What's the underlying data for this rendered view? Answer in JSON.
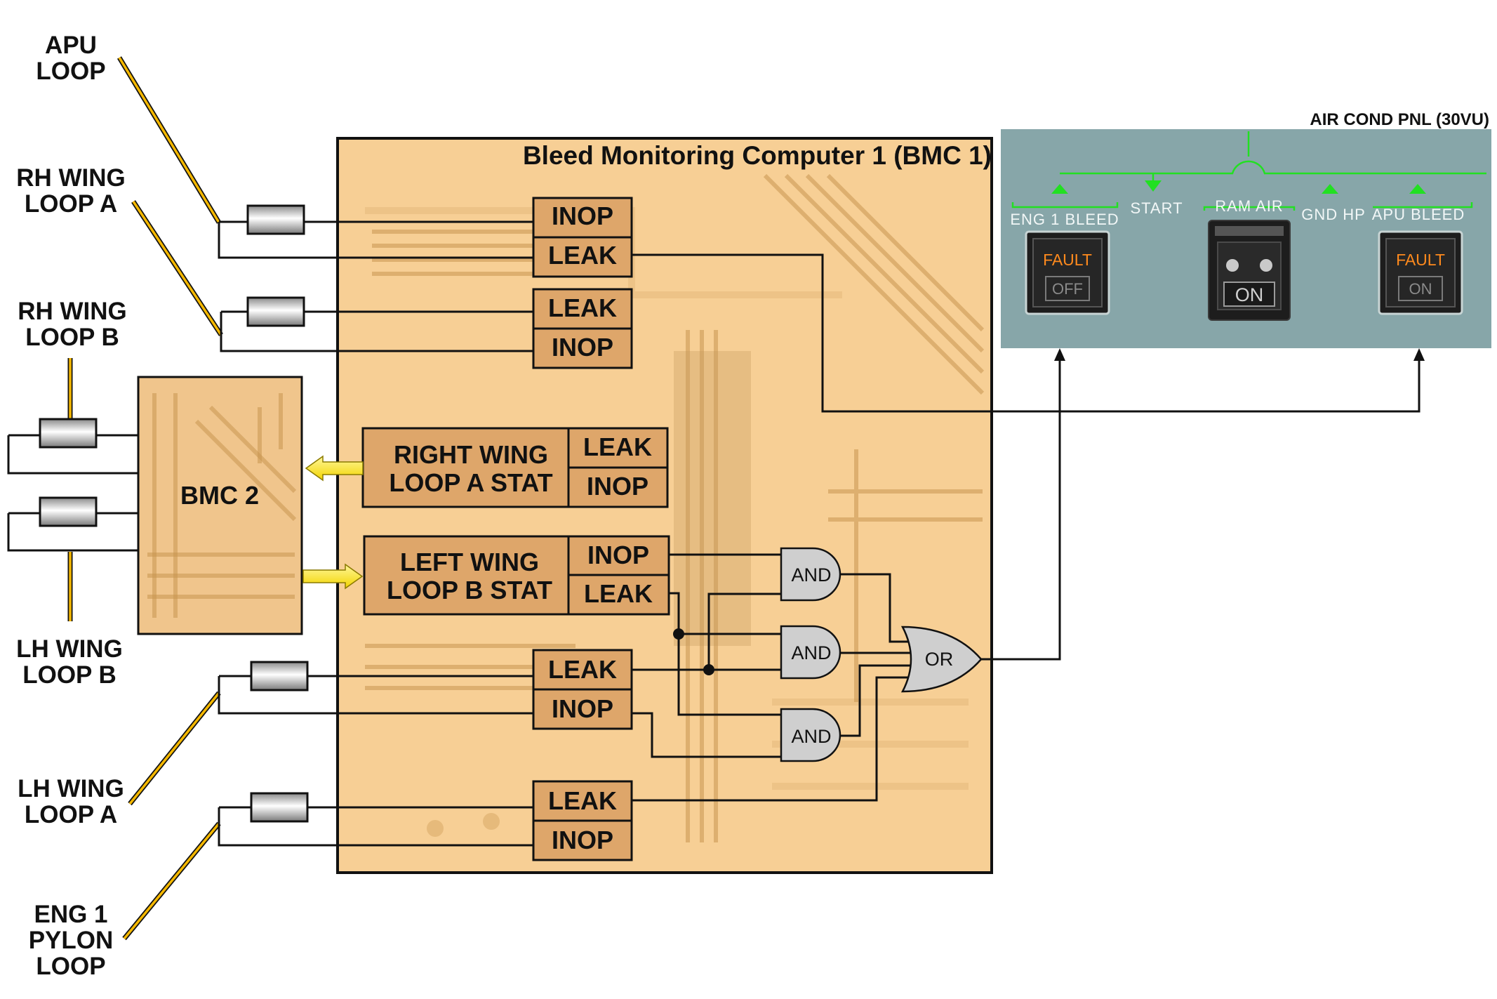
{
  "loops": {
    "apu": [
      "APU",
      "LOOP"
    ],
    "rh_wing_a": [
      "RH WING",
      "LOOP A"
    ],
    "rh_wing_b": [
      "RH WING",
      "LOOP B"
    ],
    "lh_wing_b": [
      "LH WING",
      "LOOP B"
    ],
    "lh_wing_a": [
      "LH WING",
      "LOOP A"
    ],
    "eng1_pylon": [
      "ENG 1",
      "PYLON",
      "LOOP"
    ]
  },
  "bmc1": {
    "title": "Bleed Monitoring Computer 1 (BMC 1)",
    "apu_top": "INOP",
    "apu_bottom": "LEAK",
    "rhb_top": "LEAK",
    "rhb_bottom": "INOP",
    "rstat_line1": "RIGHT WING",
    "rstat_line2": "LOOP A STAT",
    "rstat_top": "LEAK",
    "rstat_bottom": "INOP",
    "lstat_line1": "LEFT WING",
    "lstat_line2": "LOOP B STAT",
    "lstat_top": "INOP",
    "lstat_bottom": "LEAK",
    "lhb_top": "LEAK",
    "lhb_bottom": "INOP",
    "pylon_top": "LEAK",
    "pylon_bottom": "INOP",
    "gate_and": "AND",
    "gate_or": "OR"
  },
  "bmc2": {
    "title": "BMC 2"
  },
  "panel": {
    "title": "AIR COND PNL (30VU)",
    "eng1_bleed": "ENG 1 BLEED",
    "start": "START",
    "ram_air": "RAM AIR",
    "gnd_hp": "GND HP",
    "apu_bleed": "APU BLEED",
    "eng1_fault": "FAULT",
    "eng1_off": "OFF",
    "ram_on": "ON",
    "apu_fault": "FAULT",
    "apu_on": "ON"
  },
  "colors": {
    "bmc_fill": "#f7cf95",
    "box_fill": "#dea66a",
    "panel_bg": "#87a6a9",
    "indicator_green": "#22e022",
    "fault_amber": "#ff8a1d",
    "cable_yellow": "#f5b800",
    "arrow_yellow": "#ffee22"
  }
}
